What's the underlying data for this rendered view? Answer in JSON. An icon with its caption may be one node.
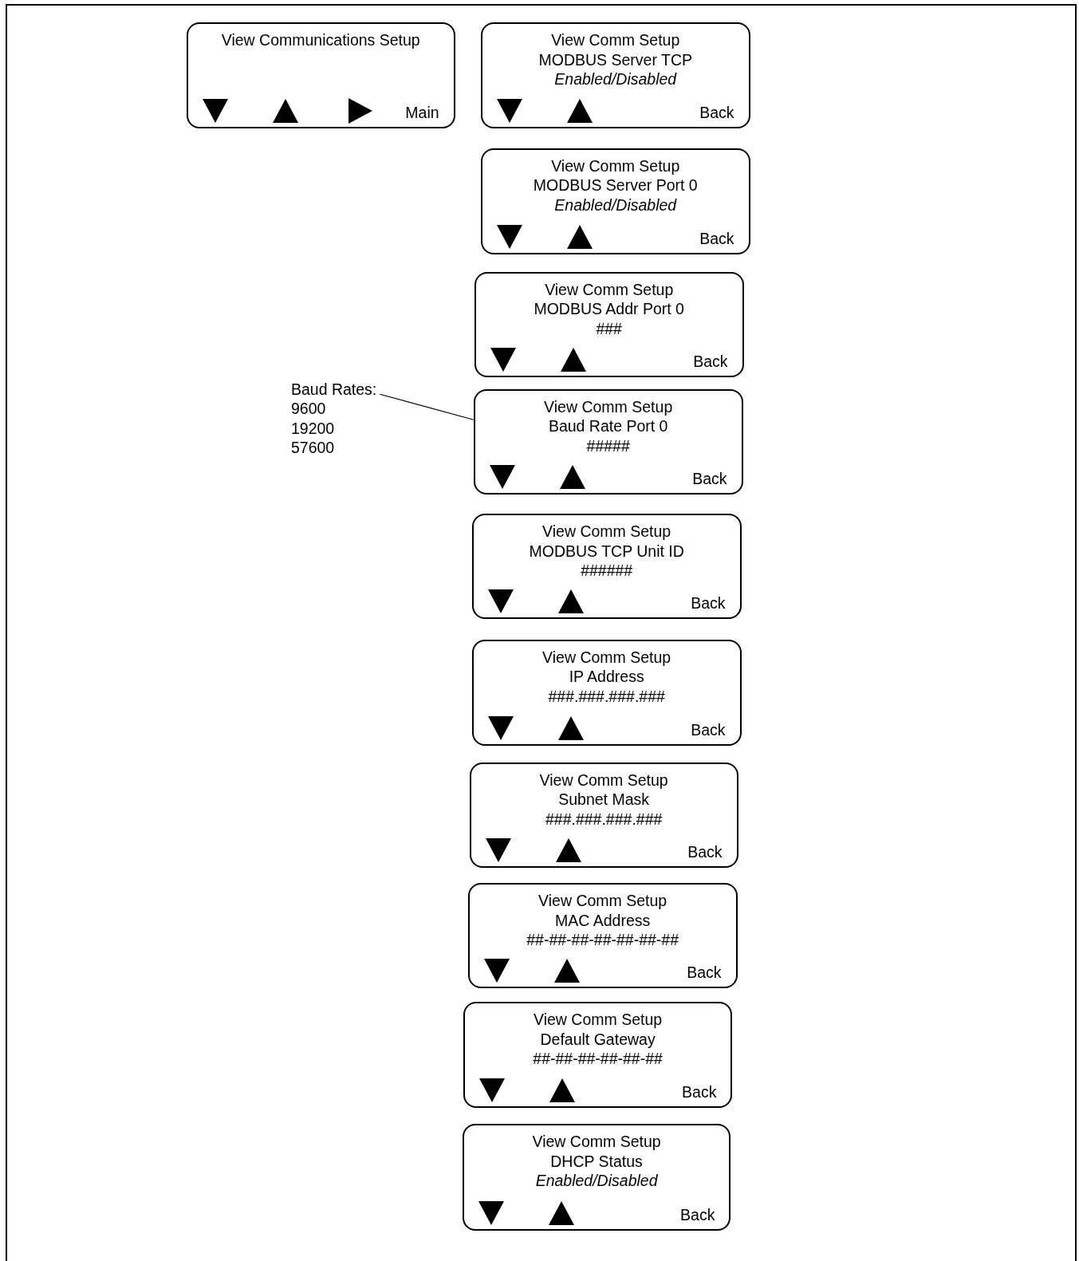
{
  "diagram": {
    "nodes": [
      {
        "text": [
          "View Communications Setup",
          "Main"
        ]
      },
      {
        "text": [
          "View Comm Setup",
          "MODBUS Server TCP",
          "Enabled/Disabled",
          "Back"
        ]
      },
      {
        "text": [
          "View Comm Setup",
          "MODBUS Server Port 0",
          "Enabled/Disabled",
          "Back"
        ]
      },
      {
        "text": [
          "View Comm Setup",
          "MODBUS Addr Port 0",
          "###",
          "Back"
        ]
      },
      {
        "text": [
          "Baud Rates:",
          "9600",
          "19200",
          "57600"
        ]
      },
      {
        "text": [
          "View Comm Setup",
          "Baud Rate Port 0",
          "#####",
          "Back"
        ]
      },
      {
        "text": [
          "View Comm Setup",
          "MODBUS TCP Unit ID",
          "######",
          "Back"
        ]
      },
      {
        "text": [
          "View Comm Setup",
          "IP Address",
          "###.###.###.###",
          "Back"
        ]
      },
      {
        "text": [
          "View Comm Setup",
          "Subnet Mask",
          "###.###.###.###",
          "Back"
        ]
      },
      {
        "text": [
          "View Comm Setup",
          "MAC Address",
          "##-##-##-##-##-##-##",
          "Back"
        ]
      },
      {
        "text": [
          "View Comm Setup",
          "Default Gateway",
          "##-##-##-##-##-##",
          "Back"
        ]
      },
      {
        "text": [
          "View Comm Setup",
          "DHCP Status",
          "Enabled/Disabled",
          "Back"
        ]
      }
    ],
    "edges": [
      {
        "from": 4,
        "to": 5,
        "arrow": "none"
      }
    ]
  }
}
